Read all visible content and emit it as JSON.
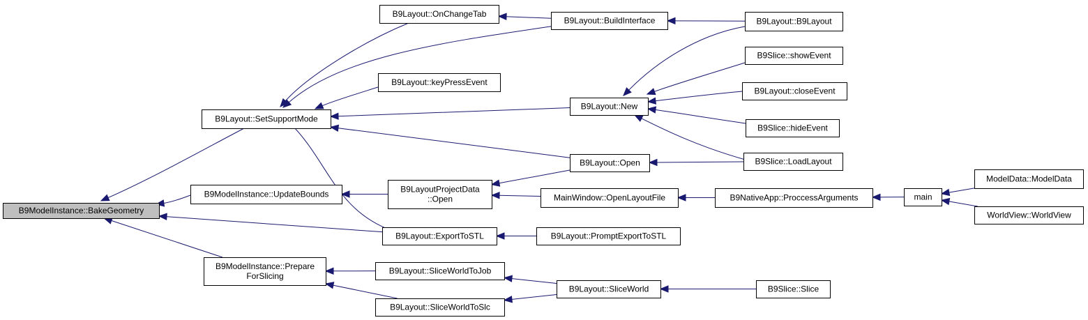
{
  "graph": {
    "type": "caller-graph",
    "nodes": [
      {
        "id": "bake",
        "lines": [
          "B9ModelInstance::BakeGeometry"
        ],
        "root": true
      },
      {
        "id": "setsupport",
        "lines": [
          "B9Layout::SetSupportMode"
        ]
      },
      {
        "id": "updatebounds",
        "lines": [
          "B9ModelInstance::UpdateBounds"
        ]
      },
      {
        "id": "prepare",
        "lines": [
          "B9ModelInstance::Prepare",
          "ForSlicing"
        ]
      },
      {
        "id": "onchangetab",
        "lines": [
          "B9Layout::OnChangeTab"
        ]
      },
      {
        "id": "buildinterface",
        "lines": [
          "B9Layout::BuildInterface"
        ]
      },
      {
        "id": "ctor_layout",
        "lines": [
          "B9Layout::B9Layout"
        ]
      },
      {
        "id": "keypress",
        "lines": [
          "B9Layout::keyPressEvent"
        ]
      },
      {
        "id": "new",
        "lines": [
          "B9Layout::New"
        ]
      },
      {
        "id": "showevent",
        "lines": [
          "B9Slice::showEvent"
        ]
      },
      {
        "id": "closeevent",
        "lines": [
          "B9Layout::closeEvent"
        ]
      },
      {
        "id": "hideevent",
        "lines": [
          "B9Slice::hideEvent"
        ]
      },
      {
        "id": "loadlayout",
        "lines": [
          "B9Slice::LoadLayout"
        ]
      },
      {
        "id": "open",
        "lines": [
          "B9Layout::Open"
        ]
      },
      {
        "id": "projopen",
        "lines": [
          "B9LayoutProjectData",
          "::Open"
        ]
      },
      {
        "id": "openlayoutfile",
        "lines": [
          "MainWindow::OpenLayoutFile"
        ]
      },
      {
        "id": "procargs",
        "lines": [
          "B9NativeApp::ProccessArguments"
        ]
      },
      {
        "id": "main",
        "lines": [
          "main"
        ]
      },
      {
        "id": "modeldata",
        "lines": [
          "ModelData::ModelData"
        ]
      },
      {
        "id": "worldview",
        "lines": [
          "WorldView::WorldView"
        ]
      },
      {
        "id": "exportstl",
        "lines": [
          "B9Layout::ExportToSTL"
        ]
      },
      {
        "id": "promptexport",
        "lines": [
          "B9Layout::PromptExportToSTL"
        ]
      },
      {
        "id": "slicejob",
        "lines": [
          "B9Layout::SliceWorldToJob"
        ]
      },
      {
        "id": "sliceslc",
        "lines": [
          "B9Layout::SliceWorldToSlc"
        ]
      },
      {
        "id": "sliceworld",
        "lines": [
          "B9Layout::SliceWorld"
        ]
      },
      {
        "id": "slice",
        "lines": [
          "B9Slice::Slice"
        ]
      }
    ],
    "edges": [
      {
        "caller": "setsupport",
        "callee": "bake"
      },
      {
        "caller": "updatebounds",
        "callee": "bake"
      },
      {
        "caller": "exportstl",
        "callee": "bake"
      },
      {
        "caller": "prepare",
        "callee": "bake"
      },
      {
        "caller": "onchangetab",
        "callee": "setsupport"
      },
      {
        "caller": "buildinterface",
        "callee": "setsupport"
      },
      {
        "caller": "keypress",
        "callee": "setsupport"
      },
      {
        "caller": "new",
        "callee": "setsupport"
      },
      {
        "caller": "open",
        "callee": "setsupport"
      },
      {
        "caller": "exportstl",
        "callee": "setsupport"
      },
      {
        "caller": "buildinterface",
        "callee": "onchangetab"
      },
      {
        "caller": "ctor_layout",
        "callee": "buildinterface"
      },
      {
        "caller": "ctor_layout",
        "callee": "new"
      },
      {
        "caller": "showevent",
        "callee": "new"
      },
      {
        "caller": "closeevent",
        "callee": "new"
      },
      {
        "caller": "hideevent",
        "callee": "new"
      },
      {
        "caller": "loadlayout",
        "callee": "new"
      },
      {
        "caller": "loadlayout",
        "callee": "open"
      },
      {
        "caller": "projopen",
        "callee": "updatebounds"
      },
      {
        "caller": "open",
        "callee": "projopen"
      },
      {
        "caller": "openlayoutfile",
        "callee": "projopen"
      },
      {
        "caller": "procargs",
        "callee": "openlayoutfile"
      },
      {
        "caller": "main",
        "callee": "procargs"
      },
      {
        "caller": "modeldata",
        "callee": "main"
      },
      {
        "caller": "worldview",
        "callee": "main"
      },
      {
        "caller": "promptexport",
        "callee": "exportstl"
      },
      {
        "caller": "slicejob",
        "callee": "prepare"
      },
      {
        "caller": "sliceslc",
        "callee": "prepare"
      },
      {
        "caller": "sliceworld",
        "callee": "slicejob"
      },
      {
        "caller": "sliceworld",
        "callee": "sliceslc"
      },
      {
        "caller": "slice",
        "callee": "sliceworld"
      }
    ],
    "colors": {
      "edge": "#191970",
      "root_fill": "#bfbfbf",
      "node_fill": "#ffffff",
      "node_stroke": "#000000"
    }
  }
}
